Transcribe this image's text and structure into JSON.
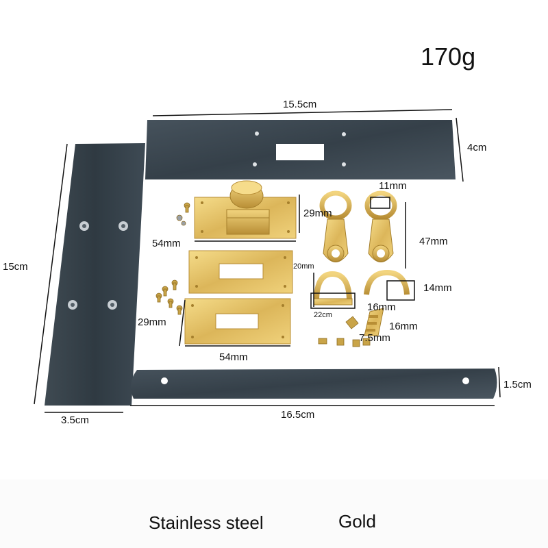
{
  "weight": "170g",
  "caption": {
    "material_left": "Stainless steel",
    "material_right": "Gold"
  },
  "dimensions": {
    "top_plate_width": "15.5cm",
    "top_plate_height": "4cm",
    "left_plate_height": "15cm",
    "left_plate_width": "3.5cm",
    "bottom_strip_width": "16.5cm",
    "bottom_strip_height": "1.5cm",
    "lock_height": "29mm",
    "lock_width": "54mm",
    "plate_height": "29mm",
    "plate_width": "54mm",
    "hook_width": "11mm",
    "hook_height": "47mm",
    "ring_width": "16mm",
    "ring_height": "14mm",
    "d_ring_height": "20mm",
    "d_ring_width": "22cm",
    "slider_width": "16mm",
    "slider_height": "7.5mm",
    "ring_inner": "16mm"
  },
  "colors": {
    "steel": "#3b4650",
    "gold": "#e0bf5e"
  }
}
